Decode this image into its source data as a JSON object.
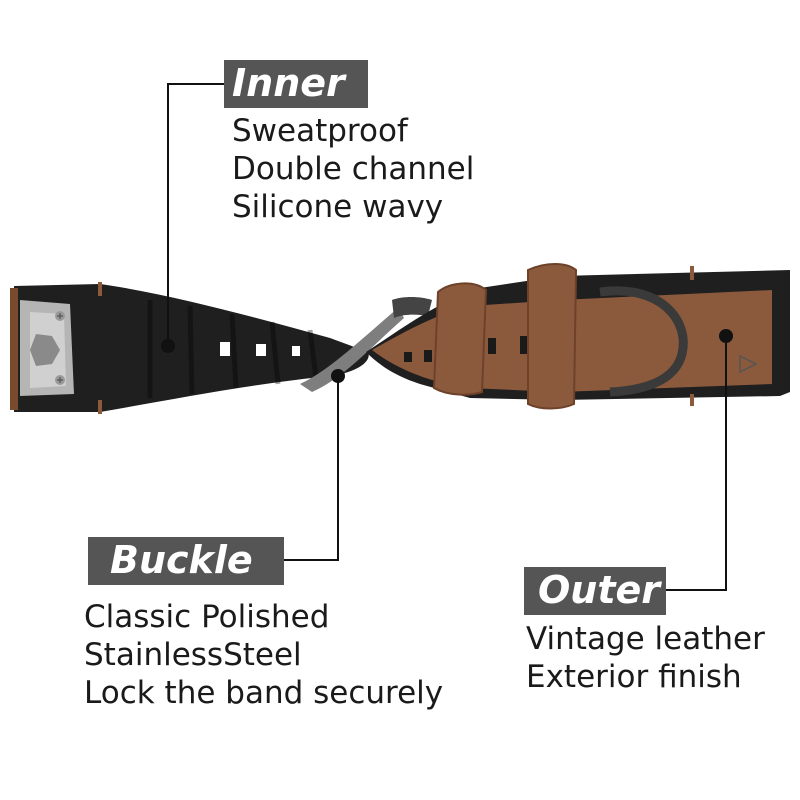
{
  "callouts": {
    "inner": {
      "title": "Inner",
      "lines": [
        "Sweatproof",
        "Double channel",
        "Silicone wavy"
      ]
    },
    "buckle": {
      "title": "Buckle",
      "lines": [
        "Classic Polished",
        "StainlessSteel",
        "Lock the band securely"
      ]
    },
    "outer": {
      "title": "Outer",
      "lines": [
        "Vintage leather",
        "Exterior finish"
      ]
    }
  },
  "colors": {
    "label_background": "#555555",
    "label_text": "#ffffff",
    "body_text": "#1a1a1a",
    "silicone": "#1f1f1f",
    "leather": "#8b5a3c",
    "leather_dark": "#6e4129",
    "metal": "#a8a8a8",
    "leader_line": "#111111"
  }
}
